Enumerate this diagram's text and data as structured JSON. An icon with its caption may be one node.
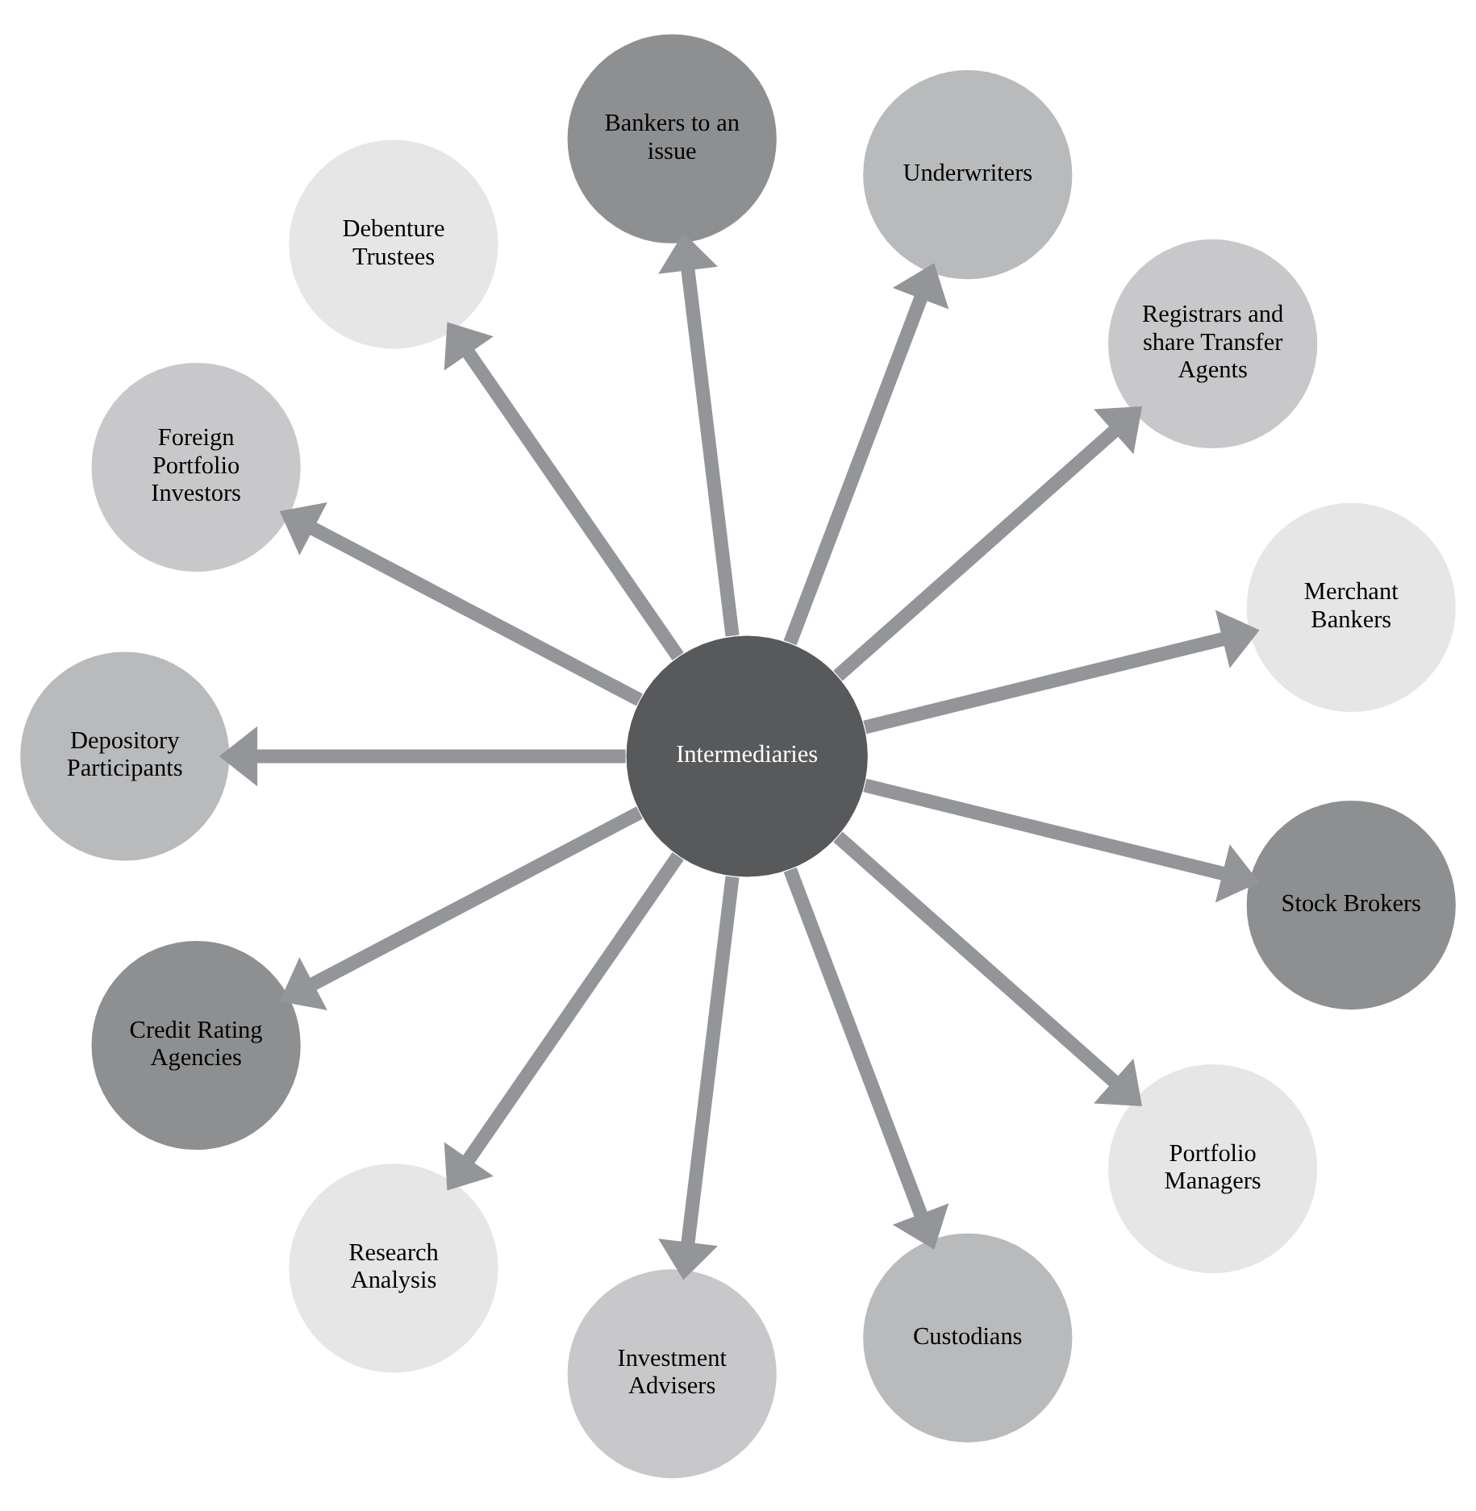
{
  "diagram": {
    "nodes": [
      {
        "text": [
          "Intermediaries"
        ]
      },
      {
        "text": [
          "Merchant Bankers"
        ]
      },
      {
        "text": [
          "Registrars and share Transfer Agents"
        ]
      },
      {
        "text": [
          "Underwriters"
        ]
      },
      {
        "text": [
          "Bankers to an issue"
        ]
      },
      {
        "text": [
          "Debenture Trustees"
        ]
      },
      {
        "text": [
          "Foreign Portfolio Investors"
        ]
      },
      {
        "text": [
          "Depository Participants"
        ]
      },
      {
        "text": [
          "Credit Rating Agencies"
        ]
      },
      {
        "text": [
          "Research Analysis"
        ]
      },
      {
        "text": [
          "Investment Advisers"
        ]
      },
      {
        "text": [
          "Custodians"
        ]
      },
      {
        "text": [
          "Portfolio Managers"
        ]
      },
      {
        "text": [
          "Stock Brokers"
        ]
      }
    ],
    "edges": [
      {
        "from": 0,
        "to": 1,
        "arrow": "to"
      },
      {
        "from": 0,
        "to": 2,
        "arrow": "to"
      },
      {
        "from": 0,
        "to": 3,
        "arrow": "to"
      },
      {
        "from": 0,
        "to": 4,
        "arrow": "to"
      },
      {
        "from": 0,
        "to": 5,
        "arrow": "to"
      },
      {
        "from": 0,
        "to": 6,
        "arrow": "to"
      },
      {
        "from": 0,
        "to": 7,
        "arrow": "to"
      },
      {
        "from": 0,
        "to": 8,
        "arrow": "to"
      },
      {
        "from": 0,
        "to": 9,
        "arrow": "to"
      },
      {
        "from": 0,
        "to": 10,
        "arrow": "to"
      },
      {
        "from": 0,
        "to": 11,
        "arrow": "to"
      },
      {
        "from": 0,
        "to": 12,
        "arrow": "to"
      },
      {
        "from": 0,
        "to": 13,
        "arrow": "to"
      }
    ]
  }
}
